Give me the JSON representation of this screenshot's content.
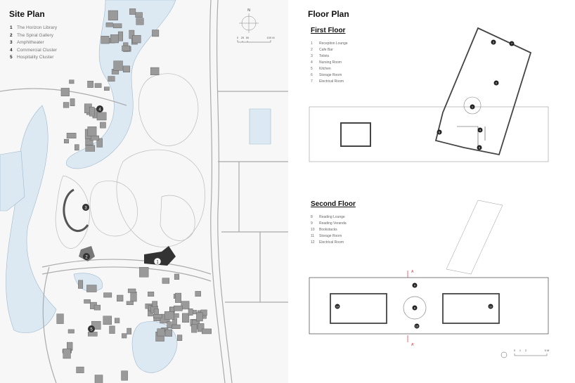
{
  "site_plan": {
    "title": "Site Plan",
    "legend": [
      {
        "num": "1",
        "label": "The Horizon Library"
      },
      {
        "num": "2",
        "label": "The Spiral Gallery"
      },
      {
        "num": "3",
        "label": "Amphitheater"
      },
      {
        "num": "4",
        "label": "Commercial Cluster"
      },
      {
        "num": "5",
        "label": "Hospitality Cluster"
      }
    ],
    "north_label": "N",
    "scale_labels": [
      "0",
      "25",
      "50",
      "100 M"
    ],
    "markers": [
      "1",
      "2",
      "3",
      "4",
      "5"
    ]
  },
  "floor_plan": {
    "title": "Floor Plan",
    "first_floor": {
      "title": "First Floor",
      "rooms": [
        {
          "num": "1",
          "label": "Reception Lounge"
        },
        {
          "num": "2",
          "label": "Cafe Bar"
        },
        {
          "num": "3",
          "label": "Toilets"
        },
        {
          "num": "4",
          "label": "Nursing Room"
        },
        {
          "num": "5",
          "label": "Kitchen"
        },
        {
          "num": "6",
          "label": "Storage Room"
        },
        {
          "num": "7",
          "label": "Electrical Room"
        }
      ]
    },
    "second_floor": {
      "title": "Second Floor",
      "rooms": [
        {
          "num": "8",
          "label": "Reading Lounge"
        },
        {
          "num": "9",
          "label": "Reading Veranda"
        },
        {
          "num": "10",
          "label": "Bookstacks"
        },
        {
          "num": "11",
          "label": "Storage Room"
        },
        {
          "num": "12",
          "label": "Electrical Room"
        }
      ]
    },
    "section_labels": [
      "A",
      "A'"
    ],
    "scale_labels": [
      "0",
      "1",
      "2",
      "5 M"
    ]
  },
  "colors": {
    "water": "#dce9f3",
    "building": "#9a9a9a",
    "accent": "#e0313a",
    "library": "#333333"
  }
}
